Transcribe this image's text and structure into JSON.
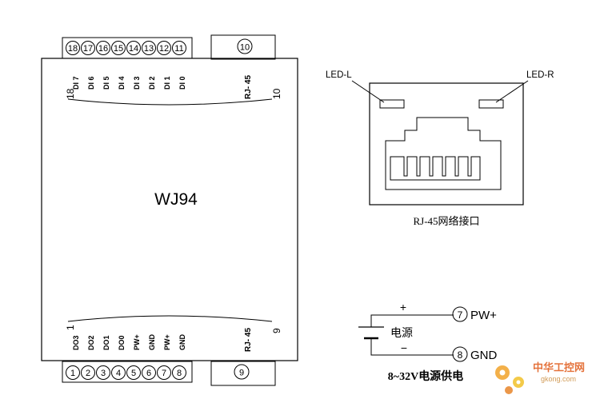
{
  "module": {
    "name": "WJ94",
    "top_pin_numbers": [
      "18",
      "17",
      "16",
      "15",
      "14",
      "13",
      "12",
      "11"
    ],
    "bottom_pin_numbers": [
      "1",
      "2",
      "3",
      "4",
      "5",
      "6",
      "7",
      "8"
    ],
    "top_signals": [
      "DI 7",
      "DI 6",
      "DI 5",
      "DI 4",
      "DI 3",
      "DI 2",
      "DI 1",
      "DI 0"
    ],
    "bottom_signals": [
      "DO3",
      "DO2",
      "DO1",
      "DO0",
      "PW+",
      "GND",
      "PW+",
      "GND"
    ],
    "top_edge_num": "18",
    "bottom_edge_num": "1",
    "rj45_label_top": "RJ- 45",
    "rj45_label_bottom": "RJ- 45",
    "top_port_num": "10",
    "bottom_port_num": "9",
    "top_port_side_num": "10",
    "bottom_port_side_num": "9"
  },
  "rj45_detail": {
    "led_left": "LED-L",
    "led_right": "LED-R",
    "caption": "RJ-45网络接口"
  },
  "power": {
    "plus_sign": "+",
    "minus_sign": "−",
    "source_label": "电源",
    "pin_pos_num": "7",
    "pin_pos_label": "PW+",
    "pin_neg_num": "8",
    "pin_neg_label": "GND",
    "caption": "8~32V电源供电"
  },
  "watermark": {
    "line1": "中华工控网",
    "line2": "gkong.com"
  }
}
